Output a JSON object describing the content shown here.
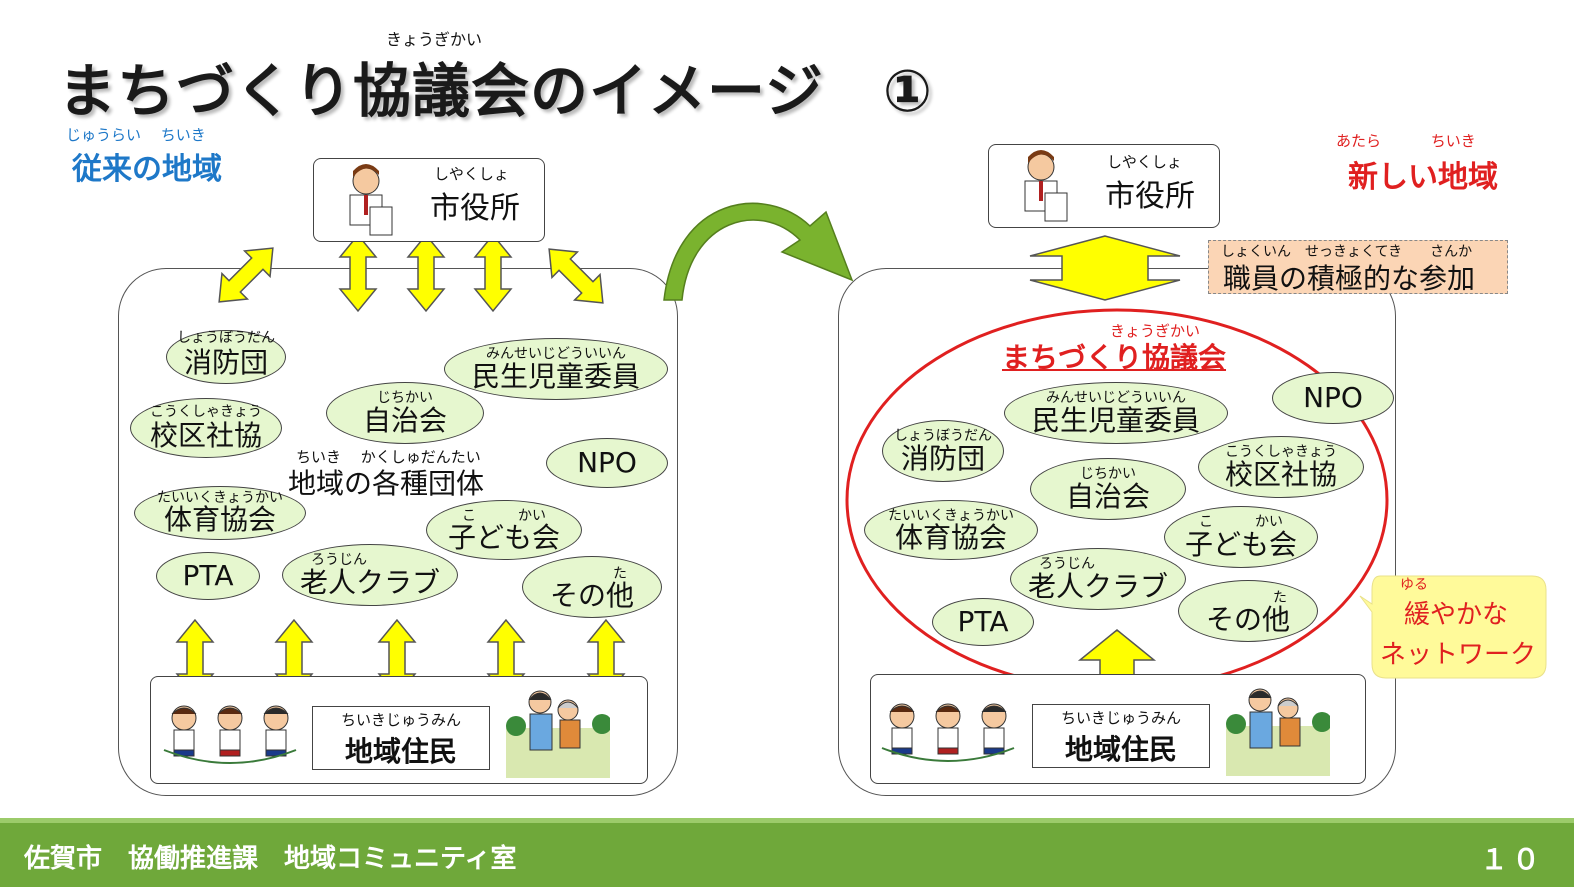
{
  "title": {
    "text": "まちづくり協議会のイメージ　①",
    "ruby": "きょうぎかい"
  },
  "left": {
    "label": "従来の地域",
    "label_ruby": "じゅうらい　 ちいき",
    "city_hall": "市役所",
    "city_hall_ruby": "しやくしょ",
    "center_label": "地域の各種団体",
    "center_ruby": "ちいき　 かくしゅだんたい",
    "residents": "地域住民",
    "residents_ruby": "ちいきじゅうみん",
    "orgs": {
      "shobodan": "消防団",
      "shobodan_r": "しょうぼうだん",
      "minsei": "民生児童委員",
      "minsei_r": "みんせいじどういいん",
      "kouku": "校区社協",
      "kouku_r": "こうくしゃきょう",
      "jichikai": "自治会",
      "jichikai_r": "じちかい",
      "npo": "NPO",
      "taiiku": "体育協会",
      "taiiku_r": "たいいくきょうかい",
      "kodomo": "子ども会",
      "kodomo_r": "こ　　　かい",
      "pta": "PTA",
      "roujin": "老人クラブ",
      "roujin_r": "ろうじん",
      "sonota": "その他",
      "sonota_r": "た"
    }
  },
  "right": {
    "label": "新しい地域",
    "label_ruby": "あたら　　　 ちいき",
    "city_hall": "市役所",
    "city_hall_ruby": "しやくしょ",
    "staff": "職員の積極的な参加",
    "staff_ruby": "しょくいん　せっきょくてき　　さんか",
    "council": "まちづくり協議会",
    "council_ruby": "きょうぎかい",
    "network": [
      "緩やかな",
      "ネットワーク"
    ],
    "network_ruby": "ゆる",
    "residents": "地域住民",
    "residents_ruby": "ちいきじゅうみん",
    "orgs": {
      "npo": "NPO",
      "minsei": "民生児童委員",
      "minsei_r": "みんせいじどういいん",
      "shobodan": "消防団",
      "shobodan_r": "しょうぼうだん",
      "kouku": "校区社協",
      "kouku_r": "こうくしゃきょう",
      "jichikai": "自治会",
      "jichikai_r": "じちかい",
      "taiiku": "体育協会",
      "taiiku_r": "たいいくきょうかい",
      "kodomo": "子ども会",
      "kodomo_r": "こ　　　かい",
      "roujin": "老人クラブ",
      "roujin_r": "ろうじん",
      "pta": "PTA",
      "sonota": "その他",
      "sonota_r": "た"
    }
  },
  "footer": {
    "org": "佐賀市　協働推進課　地域コミュニティ室",
    "page": "１０"
  },
  "colors": {
    "oval_fill": "#e6f7cf",
    "arrow_yellow": "#ffff00",
    "arrow_green": "#7ab32e",
    "footer_green": "#6fa83a",
    "council_red": "#e02020",
    "label_blue": "#1e78c8"
  }
}
